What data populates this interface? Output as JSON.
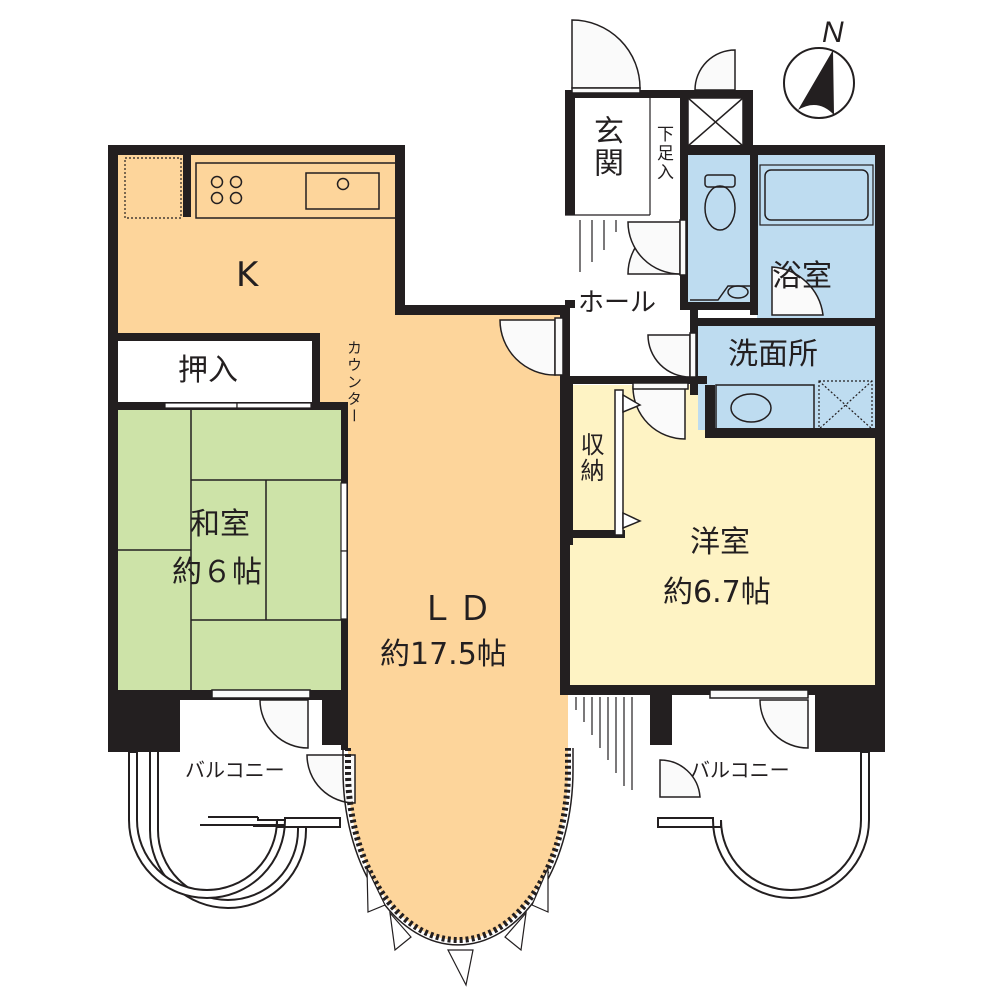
{
  "floor_plan": {
    "rooms": {
      "kitchen": {
        "label": "K",
        "color": "#fdd59b"
      },
      "ld": {
        "label": "ＬＤ",
        "size": "約17.5帖",
        "color": "#fdd59b"
      },
      "washitsu": {
        "label": "和室",
        "size": "約６帖",
        "color": "#cde3a8"
      },
      "youshitsu": {
        "label": "洋室",
        "size": "約6.7帖",
        "color": "#fef3c4"
      },
      "oshiire": {
        "label": "押入"
      },
      "genkan": {
        "label": "玄関"
      },
      "getabako": {
        "label": "下足入"
      },
      "hall": {
        "label": "ホール"
      },
      "bathroom": {
        "label": "浴室",
        "color": "#bedcf0"
      },
      "washroom": {
        "label": "洗面所",
        "color": "#bedcf0"
      },
      "storage": {
        "label": "収納"
      },
      "counter": {
        "label": "カウンター"
      },
      "balcony_left": {
        "label": "バルコニー"
      },
      "balcony_right": {
        "label": "バルコニー"
      }
    },
    "compass": {
      "label": "N"
    },
    "colors": {
      "wall": "#231f20",
      "line": "#231f20"
    }
  }
}
